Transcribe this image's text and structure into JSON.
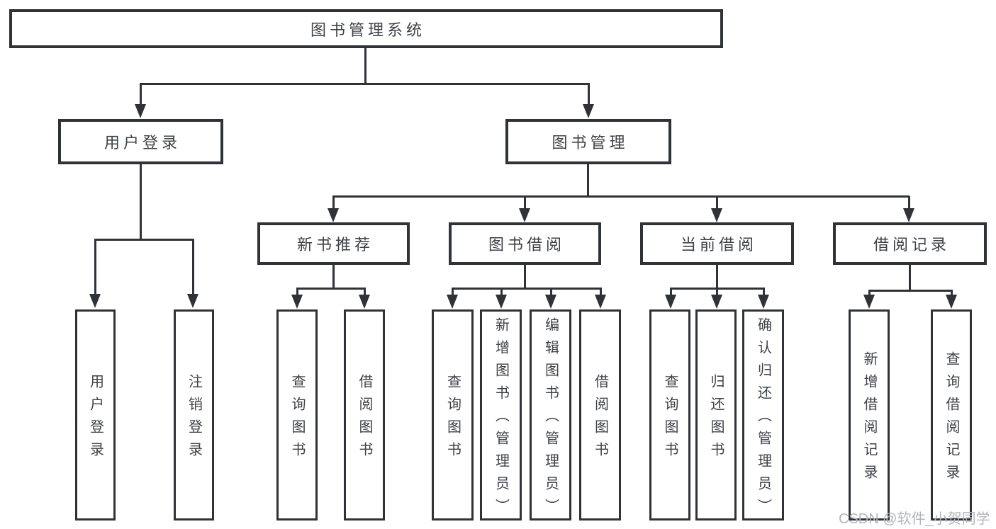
{
  "diagram_type": "hierarchy-tree",
  "colors": {
    "line": "#2f3338",
    "text": "#3d4248",
    "watermark": "#b2b6bc",
    "bg": "#ffffff"
  },
  "watermark": "CSDN @软件_小贺同学",
  "nodes": {
    "root": {
      "label": "图书管理系统"
    },
    "user_login": {
      "label": "用户登录"
    },
    "book_management": {
      "label": "图书管理"
    },
    "new_book_rec": {
      "label": "新书推荐"
    },
    "book_borrow": {
      "label": "图书借阅"
    },
    "current_borrow": {
      "label": "当前借阅"
    },
    "borrow_records": {
      "label": "借阅记录"
    },
    "ul_user_login": {
      "label": "用户登录"
    },
    "ul_logout": {
      "label": "注销登录"
    },
    "nb_query_books": {
      "label": "查询图书"
    },
    "nb_borrow_books": {
      "label": "借阅图书"
    },
    "bb_query_books": {
      "label": "查询图书"
    },
    "bb_add_books": {
      "label": "新增图书（管理员）"
    },
    "bb_edit_books": {
      "label": "编辑图书（管理员）"
    },
    "bb_borrow_books": {
      "label": "借阅图书"
    },
    "cb_query_books": {
      "label": "查询图书"
    },
    "cb_return_books": {
      "label": "归还图书"
    },
    "cb_confirm_return": {
      "label": "确认归还（管理员）"
    },
    "br_add_record": {
      "label": "新增借阅记录"
    },
    "br_query_record": {
      "label": "查询借阅记录"
    }
  },
  "hierarchy": {
    "图书管理系统": {
      "用户登录": [
        "用户登录",
        "注销登录"
      ],
      "图书管理": {
        "新书推荐": [
          "查询图书",
          "借阅图书"
        ],
        "图书借阅": [
          "查询图书",
          "新增图书（管理员）",
          "编辑图书（管理员）",
          "借阅图书"
        ],
        "当前借阅": [
          "查询图书",
          "归还图书",
          "确认归还（管理员）"
        ],
        "借阅记录": [
          "新增借阅记录",
          "查询借阅记录"
        ]
      }
    }
  }
}
